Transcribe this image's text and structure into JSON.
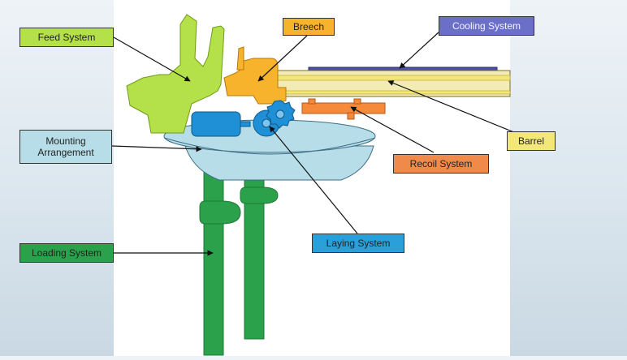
{
  "labels": {
    "feed_system": "Feed System",
    "breech": "Breech",
    "cooling_system": "Cooling System",
    "mounting_arrangement": "Mounting Arrangement",
    "barrel": "Barrel",
    "recoil_system": "Recoil System",
    "laying_system": "Laying System",
    "loading_system": "Loading System"
  },
  "colors": {
    "feed": "#b4e04a",
    "breech": "#f7b32b",
    "cooling": "#6b6fc8",
    "mounting": "#b7dde8",
    "barrel": "#f3e77a",
    "recoil": "#f08a4b",
    "laying": "#2a9fd8",
    "loading": "#2aa14a",
    "barrel_body": "#f2ebb4",
    "recoil_part": "#f58a3a",
    "laying_part": "#1f8fd6",
    "mount_disc": "#b7dde8"
  }
}
